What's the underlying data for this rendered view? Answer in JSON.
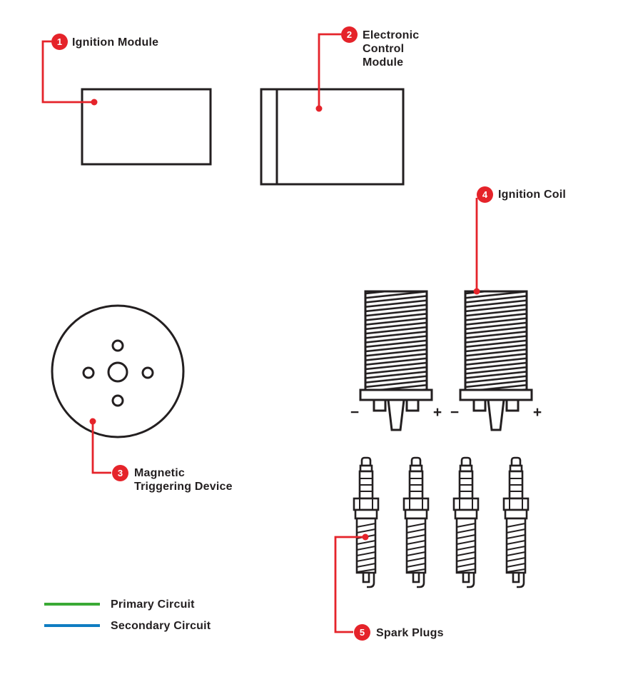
{
  "colors": {
    "callout_red": "#e5232a",
    "outline_dark": "#231f20",
    "primary_green": "#3aaa35",
    "secondary_blue": "#0f7dc2",
    "background": "#ffffff"
  },
  "callouts": {
    "c1": {
      "number": "1",
      "label": "Ignition Module"
    },
    "c2": {
      "number": "2",
      "label_line1": "Electronic",
      "label_line2": "Control",
      "label_line3": "Module"
    },
    "c3": {
      "number": "3",
      "label_line1": "Magnetic",
      "label_line2": "Triggering Device"
    },
    "c4": {
      "number": "4",
      "label": "Ignition Coil"
    },
    "c5": {
      "number": "5",
      "label": "Spark Plugs"
    }
  },
  "coil_terminals": {
    "minus": "−",
    "plus": "+"
  },
  "legend": {
    "primary": {
      "label": "Primary Circuit",
      "color": "#3aaa35"
    },
    "secondary": {
      "label": "Secondary Circuit",
      "color": "#0f7dc2"
    }
  }
}
